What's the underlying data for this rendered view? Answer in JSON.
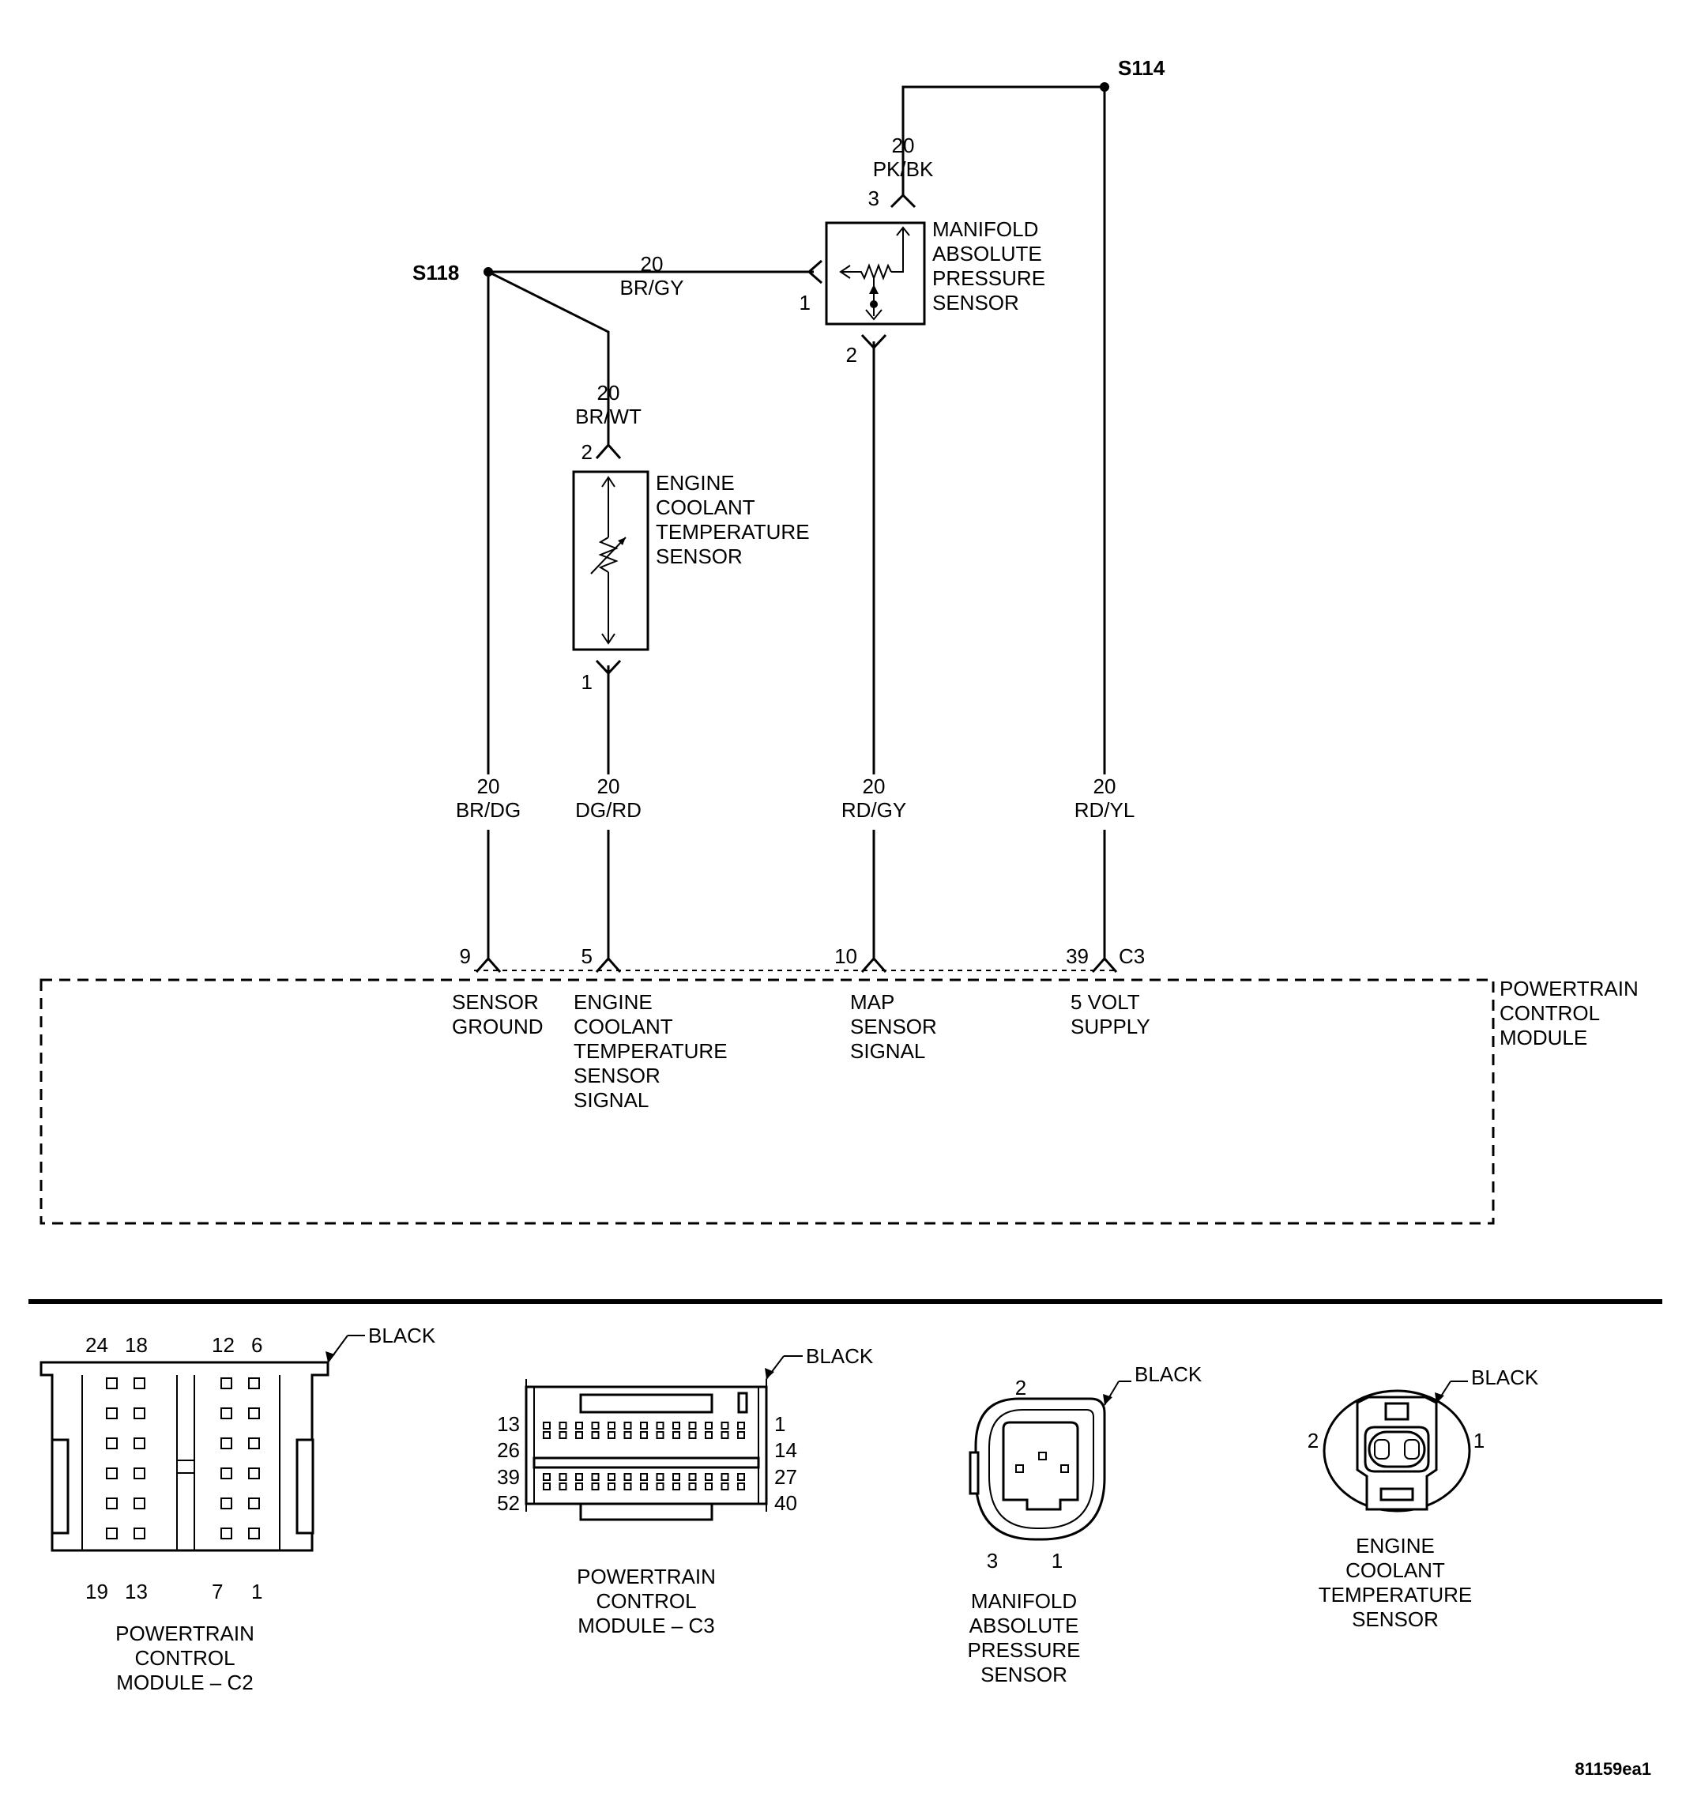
{
  "colors": {
    "ink": "#000000",
    "background": "#ffffff"
  },
  "splices": {
    "s114": "S114",
    "s118": "S118"
  },
  "wires": {
    "map_feed": {
      "gauge": "20",
      "color": "PK/BK"
    },
    "s118_to_map": {
      "gauge": "20",
      "color": "BR/GY"
    },
    "s118_to_ect": {
      "gauge": "20",
      "color": "BR/WT"
    },
    "sensor_ground": {
      "gauge": "20",
      "color": "BR/DG"
    },
    "ect_signal": {
      "gauge": "20",
      "color": "DG/RD"
    },
    "map_signal": {
      "gauge": "20",
      "color": "RD/GY"
    },
    "supply_5v": {
      "gauge": "20",
      "color": "RD/YL"
    }
  },
  "map_sensor": {
    "label": [
      "MANIFOLD",
      "ABSOLUTE",
      "PRESSURE",
      "SENSOR"
    ],
    "pins": {
      "p1": "1",
      "p2": "2",
      "p3": "3"
    }
  },
  "ect_sensor": {
    "label": [
      "ENGINE",
      "COOLANT",
      "TEMPERATURE",
      "SENSOR"
    ],
    "pins": {
      "p1": "1",
      "p2": "2"
    }
  },
  "pcm": {
    "label": [
      "POWERTRAIN",
      "CONTROL",
      "MODULE"
    ],
    "connector": "C3",
    "pins": [
      {
        "num": "9",
        "label": [
          "SENSOR",
          "GROUND"
        ]
      },
      {
        "num": "5",
        "label": [
          "ENGINE",
          "COOLANT",
          "TEMPERATURE",
          "SENSOR",
          "SIGNAL"
        ]
      },
      {
        "num": "10",
        "label": [
          "MAP",
          "SENSOR",
          "SIGNAL"
        ]
      },
      {
        "num": "39",
        "label": [
          "5 VOLT",
          "SUPPLY"
        ]
      }
    ]
  },
  "connector_views": {
    "c2": {
      "color": "BLACK",
      "top_pins": [
        "24",
        "18",
        "12",
        "6"
      ],
      "bottom_pins": [
        "19",
        "13",
        "7",
        "1"
      ],
      "caption": [
        "POWERTRAIN",
        "CONTROL",
        "MODULE – C2"
      ]
    },
    "c3": {
      "color": "BLACK",
      "left_pins": [
        "13",
        "26",
        "39",
        "52"
      ],
      "right_pins": [
        "1",
        "14",
        "27",
        "40"
      ],
      "caption": [
        "POWERTRAIN",
        "CONTROL",
        "MODULE – C3"
      ]
    },
    "map": {
      "color": "BLACK",
      "pins": {
        "top": "2",
        "left": "3",
        "right": "1"
      },
      "caption": [
        "MANIFOLD",
        "ABSOLUTE",
        "PRESSURE",
        "SENSOR"
      ]
    },
    "ect": {
      "color": "BLACK",
      "pins": {
        "left": "2",
        "right": "1"
      },
      "caption": [
        "ENGINE",
        "COOLANT",
        "TEMPERATURE",
        "SENSOR"
      ]
    }
  },
  "figure_id": "81159ea1"
}
